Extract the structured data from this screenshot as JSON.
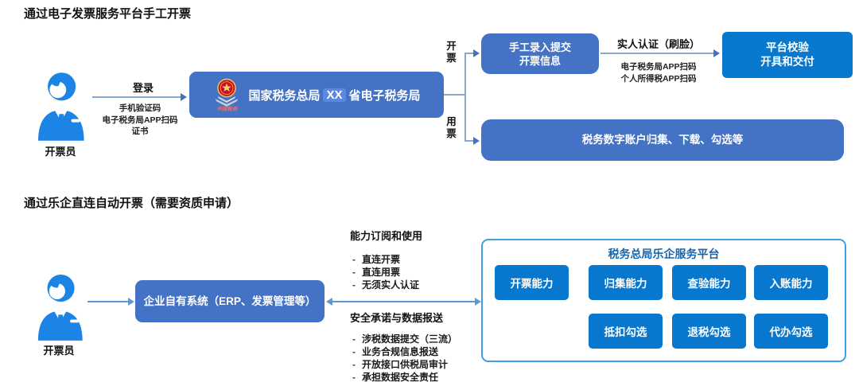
{
  "colors": {
    "box_muted": "#4472C4",
    "box_bright": "#0877CE",
    "panel_border": "#41A0DC",
    "panel_title_text": "#1565B0",
    "connector_gray": "#8BA6CB",
    "connector_blue": "#5B9BD5",
    "avatar_blue": "#1C84E4",
    "emblem_red": "#C8102E",
    "emblem_gold": "#F2C94C",
    "highlight_chip": "#5C88E0"
  },
  "section1": {
    "title": "通过电子发票服务平台手工开票",
    "actor_label": "开票员",
    "login_arrow": {
      "label": "登录",
      "sublines": [
        "手机验证码",
        "电子税务局APP扫码",
        "证书"
      ]
    },
    "platform_box": {
      "prefix": "国家税务总局",
      "highlight": "XX",
      "suffix": "省电子税务局",
      "emblem_caption": "中国税务"
    },
    "branch_top_label": "开票",
    "branch_bottom_label": "用票",
    "manual_entry_box": {
      "line1": "手工录入提交",
      "line2": "开票信息"
    },
    "auth_arrow": {
      "label": "实人认证（刷脸）",
      "sublines": [
        "电子税务局APP扫码",
        "个人所得税APP扫码"
      ]
    },
    "verify_box": {
      "line1": "平台校验",
      "line2": "开具和交付"
    },
    "account_box_label": "税务数字账户归集、下载、勾选等"
  },
  "section2": {
    "title": "通过乐企直连自动开票（需要资质申请）",
    "actor_label": "开票员",
    "erp_box_label": "企业自有系统（ERP、发票管理等）",
    "bullet": "-",
    "subscribe_block": {
      "heading": "能力订阅和使用",
      "items": [
        "直连开票",
        "直连用票",
        "无须实人认证"
      ]
    },
    "security_block": {
      "heading": "安全承诺与数据报送",
      "items": [
        "涉税数据提交（三流）",
        "业务合规信息报送",
        "开放接口供税局审计",
        "承担数据安全责任"
      ]
    },
    "leqi_panel": {
      "title": "税务总局乐企服务平台",
      "row1": [
        "开票能力",
        "归集能力",
        "查验能力",
        "入账能力"
      ],
      "row2": [
        "抵扣勾选",
        "退税勾选",
        "代办勾选"
      ]
    }
  }
}
